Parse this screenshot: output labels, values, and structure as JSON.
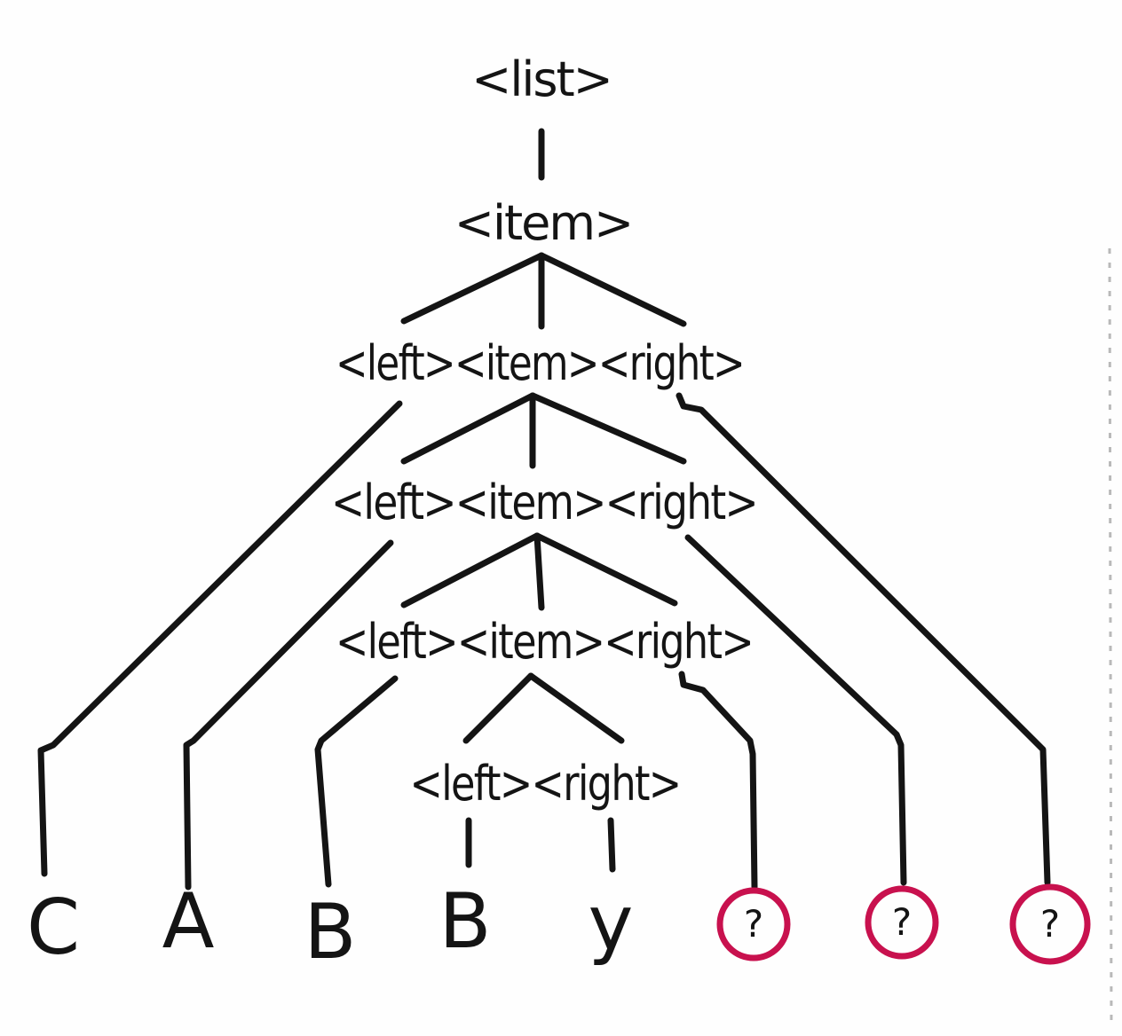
{
  "tree": {
    "root": {
      "label": "<list>"
    },
    "levels": [
      {
        "label": "<item>"
      },
      {
        "label": "<left><item><right>"
      },
      {
        "label": "<left><item><right>"
      },
      {
        "label": "<left><item><right>"
      },
      {
        "label": "<left><right>"
      }
    ],
    "leaves": [
      {
        "label": "C"
      },
      {
        "label": "A"
      },
      {
        "label": "B"
      },
      {
        "label": "B"
      },
      {
        "label": "y"
      },
      {
        "label": "?",
        "circled": true
      },
      {
        "label": "?",
        "circled": true
      },
      {
        "label": "?",
        "circled": true
      }
    ]
  },
  "colors": {
    "ink": "#141414",
    "circle": "#c8114e",
    "paper": "#fefefe"
  }
}
